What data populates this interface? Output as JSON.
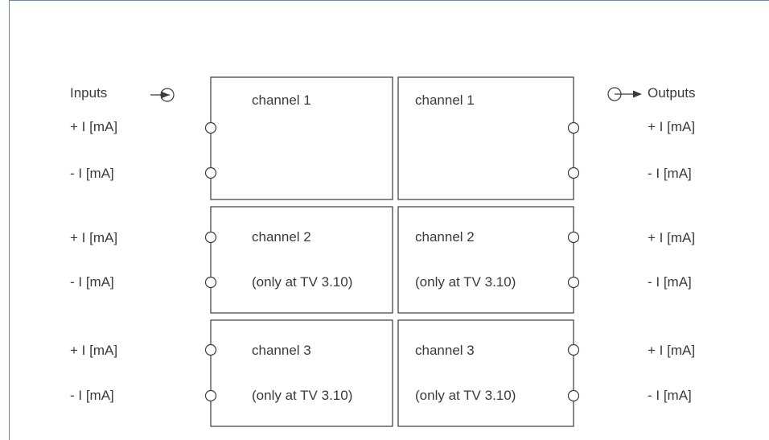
{
  "inputs_label": "Inputs",
  "outputs_label": "Outputs",
  "input_rows": [
    {
      "plus": "+ I [mA]",
      "minus": "- I [mA]"
    },
    {
      "plus": "+ I [mA]",
      "minus": "- I [mA]"
    },
    {
      "plus": "+ I [mA]",
      "minus": "- I [mA]"
    }
  ],
  "output_rows": [
    {
      "plus": "+ I [mA]",
      "minus": "- I [mA]"
    },
    {
      "plus": "+ I [mA]",
      "minus": "- I [mA]"
    },
    {
      "plus": "+ I [mA]",
      "minus": "- I [mA]"
    }
  ],
  "left_boxes": [
    {
      "title": "channel 1",
      "note": ""
    },
    {
      "title": "channel 2",
      "note": "(only at TV 3.10)"
    },
    {
      "title": "channel 3",
      "note": "(only at TV 3.10)"
    }
  ],
  "right_boxes": [
    {
      "title": "channel 1",
      "note": ""
    },
    {
      "title": "channel 2",
      "note": "(only at TV 3.10)"
    },
    {
      "title": "channel 3",
      "note": "(only at TV 3.10)"
    }
  ],
  "icons": {
    "input_symbol": "input-arrow-icon",
    "output_symbol": "output-arrow-icon",
    "terminal": "terminal-circle-icon"
  },
  "colors": {
    "frame": "#6c86a8",
    "line": "#3a3a3a",
    "text": "#3a3a3a"
  }
}
